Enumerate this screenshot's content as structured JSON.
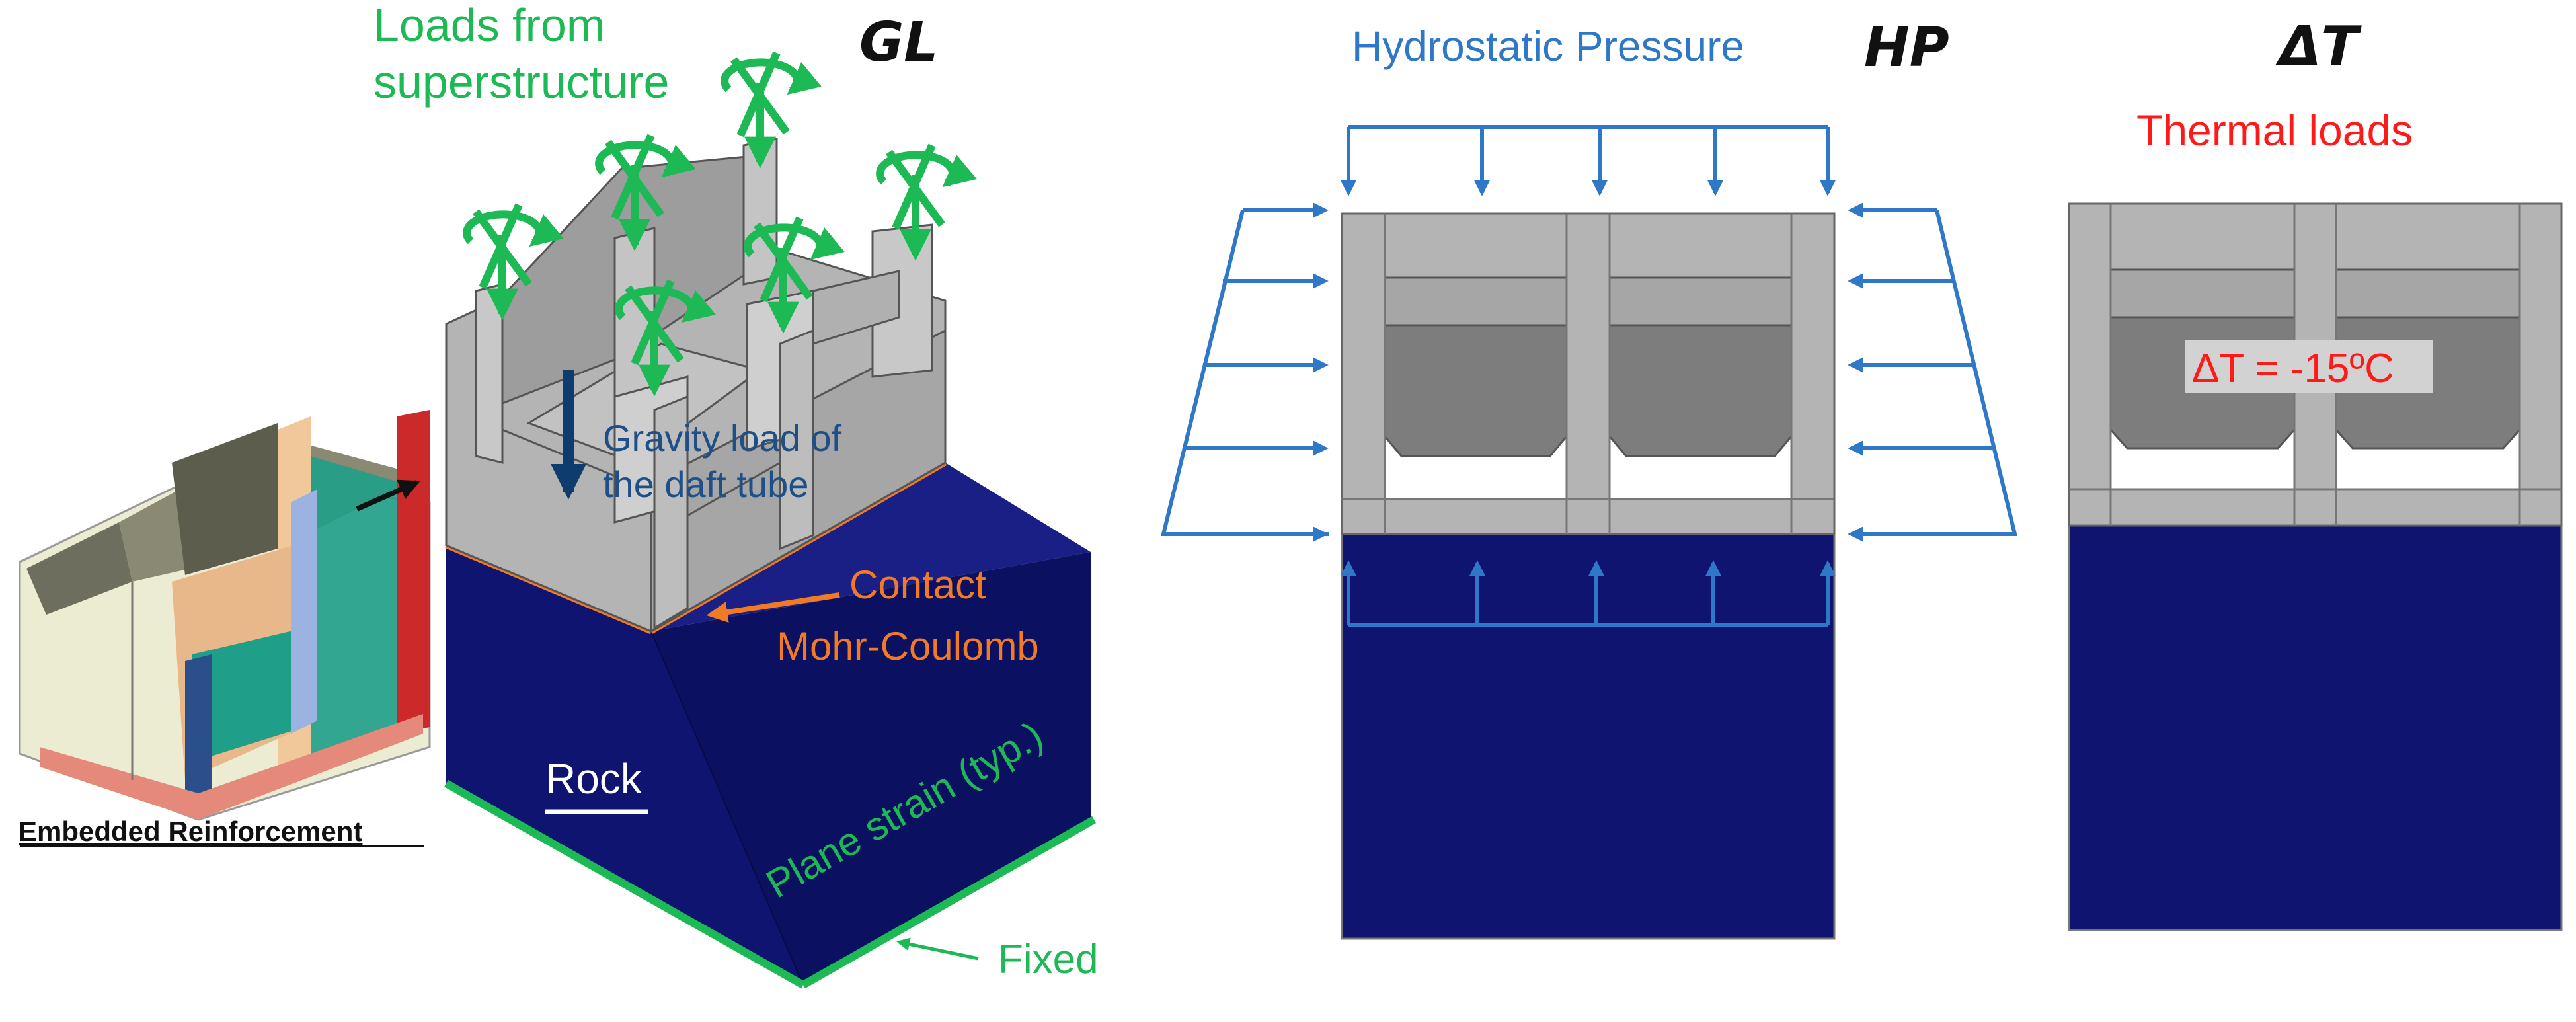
{
  "panels": {
    "gl": {
      "symbol": "GL",
      "superstructure_label_line1": "Loads from",
      "superstructure_label_line2": "superstructure",
      "gravity_label_line1": "Gravity load of",
      "gravity_label_line2": "the daft tube",
      "contact_label_line1": "Contact",
      "contact_label_line2": "Mohr-Coulomb",
      "rock_label": "Rock",
      "plane_strain_label": "Plane strain (typ.)",
      "fixed_label": "Fixed",
      "reinforcement_label": "Embedded Reinforcement"
    },
    "hp": {
      "symbol": "HP",
      "title": "Hydrostatic Pressure"
    },
    "dt": {
      "symbol": "ΔT",
      "title": "Thermal loads",
      "annotation": "ΔT = -15ºC"
    }
  },
  "colors": {
    "green": "#1db954",
    "blue_arrow": "#2f78c8",
    "rock": "#0e1470",
    "orange": "#f07a26",
    "red": "#ff1a1a",
    "concrete": "#b4b4b4"
  },
  "icons": [
    "moment-arrow-icon",
    "force-arrow-icon",
    "pointer-arrow-icon"
  ]
}
